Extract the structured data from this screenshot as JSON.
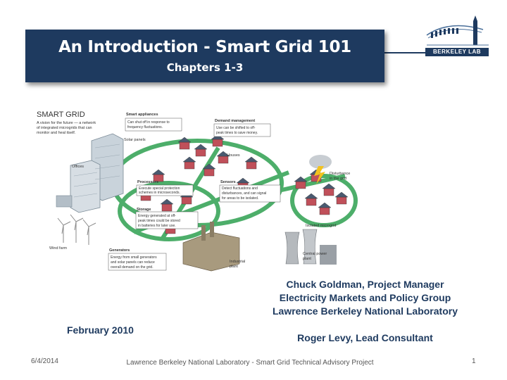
{
  "slide": {
    "title": "An Introduction - Smart Grid 101",
    "subtitle": "Chapters 1-3",
    "logo_text": "BERKELEY LAB"
  },
  "diagram": {
    "heading": "SMART GRID",
    "description": [
      "A vision for the future — a network",
      "of integrated microgrids that can",
      "monitor and heal itself."
    ],
    "labels": {
      "smart_appliances": "Smart appliances",
      "smart_appliances_desc": [
        "Can shut off in response to",
        "frequency fluctuations."
      ],
      "demand_management": "Demand management",
      "demand_management_desc": [
        "Use can be shifted to off-",
        "peak times to save money."
      ],
      "solar_panels": "Solar panels",
      "offices": "Offices",
      "houses": "Houses",
      "processors": "Processors",
      "processors_desc": [
        "Execute special protection",
        "schemes in microseconds."
      ],
      "sensors": "Sensors",
      "sensors_desc": [
        "Detect fluctuations and",
        "disturbances, and can signal",
        "for areas to be isolated."
      ],
      "disturbance": [
        "Disturbance",
        "in the grid"
      ],
      "storage": "Storage",
      "storage_desc": [
        "Energy generated at off-",
        "peak times could be stored",
        "in batteries for later use."
      ],
      "isolated_microgrid": "Isolated microgrid",
      "wind_farm": "Wind farm",
      "generators": "Generators",
      "generators_desc": [
        "Energy from small generators",
        "and solar panels can reduce",
        "overall demand on the grid."
      ],
      "industrial_plant": [
        "Industrial",
        "plant"
      ],
      "central_power_plant": [
        "Central power",
        "plant"
      ]
    }
  },
  "credits": {
    "line1": "Chuck Goldman, Project Manager",
    "line2": "Electricity Markets and Policy Group",
    "line3": "Lawrence Berkeley National Laboratory",
    "consultant": "Roger Levy, Lead Consultant"
  },
  "date_main": "February 2010",
  "footer": {
    "date": "6/4/2014",
    "text": "Lawrence Berkeley National Laboratory - Smart Grid Technical Advisory Project",
    "page": "1"
  }
}
